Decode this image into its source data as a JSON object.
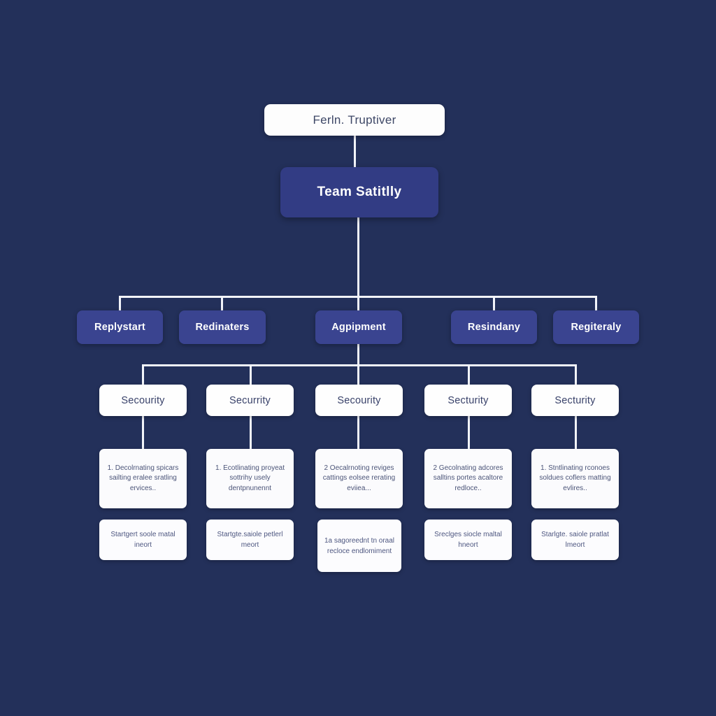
{
  "diagram": {
    "title": "organization-hierarchy-chart",
    "background_color": "#23305a",
    "connector_color": "#f2f4fa",
    "root": {
      "label": "Ferln. Truptiver",
      "bg_color": "#fdfdfd",
      "text_color": "#3d4766"
    },
    "primary": {
      "label": "Team Satitlly",
      "bg_color": "#323c84",
      "text_color": "#ffffff"
    },
    "branches": [
      {
        "label": "Replystart"
      },
      {
        "label": "Redinaters"
      },
      {
        "label": "Agpipment"
      },
      {
        "label": "Resindany"
      },
      {
        "label": "Regiteraly"
      }
    ],
    "branch_bg_color": "#3a4490",
    "subnodes": [
      {
        "label": "Secourity"
      },
      {
        "label": "Securrity"
      },
      {
        "label": "Secourity"
      },
      {
        "label": "Secturity"
      },
      {
        "label": "Secturity"
      }
    ],
    "subnode_bg_color": "#fefefe",
    "details": [
      {
        "text": "1. Decolrnating spicars sailting eralee sratling ervices.."
      },
      {
        "text": "1. Ecotlinating proyeat sottrihy usely dentpnunennt"
      },
      {
        "text": "2 Oecalrnoting reviges cattings eolsee rerating eviiea..."
      },
      {
        "text": "2 Gecolnating adcores salltins portes acaltore redloce.."
      },
      {
        "text": "1. Stntlinating rconoes soldues coflers matting evlires.."
      }
    ],
    "leaves": [
      {
        "text": "Startgert soole matal ineort"
      },
      {
        "text": "Startgte.saiole petlerl meort"
      },
      {
        "text": "1a sagoreednt tn oraal recloce endlomiment"
      },
      {
        "text": "Sreclges siocle maltal hneort"
      },
      {
        "text": "Starlgte. saiole pratlat lmeort"
      }
    ]
  }
}
